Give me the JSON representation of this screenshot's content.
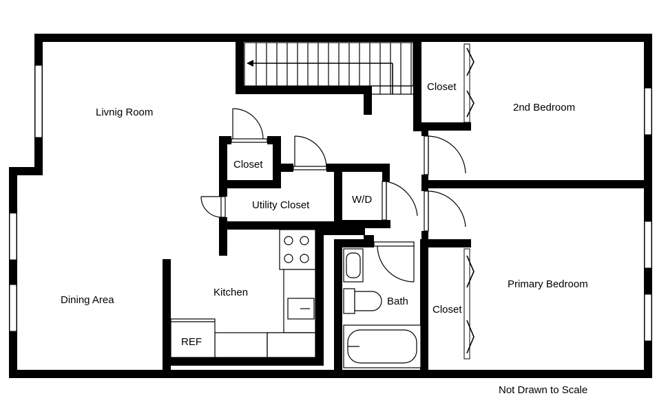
{
  "rooms": {
    "living_room": "Livnig Room",
    "dining_area": "Dining Area",
    "kitchen": "Kitchen",
    "refrigerator": "REF",
    "closet_entry": "Closet",
    "utility_closet": "Utility Closet",
    "washer_dryer": "W/D",
    "bath": "Bath",
    "closet_second_bedroom": "Closet",
    "second_bedroom": "2nd Bedroom",
    "closet_primary_bedroom": "Closet",
    "primary_bedroom": "Primary Bedroom"
  },
  "note": "Not Drawn to Scale",
  "colors": {
    "wall": "#000000",
    "background": "#ffffff"
  }
}
